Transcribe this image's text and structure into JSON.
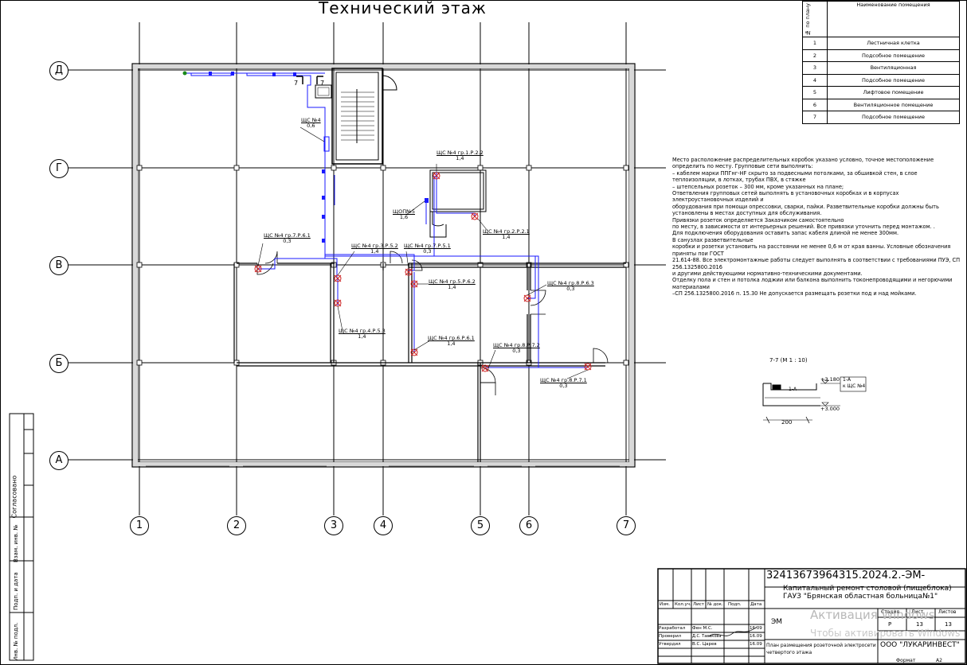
{
  "drawing": {
    "title": "Технический этаж",
    "axes_vertical": [
      "1",
      "2",
      "3",
      "4",
      "5",
      "6",
      "7"
    ],
    "axes_horizontal": [
      "Д",
      "Г",
      "В",
      "Б",
      "А"
    ]
  },
  "circuit_tags": [
    {
      "label": "ЩС №4",
      "sub": "0,6"
    },
    {
      "label": "ЩС №4 гр.1.Р.2.2",
      "sub": "1,4"
    },
    {
      "label": "ЩОП№5",
      "sub": "1,6"
    },
    {
      "label": "ЩС №4 гр.2.Р.2.1",
      "sub": "1,4"
    },
    {
      "label": "ЩС №4 гр.7.Р.6.1",
      "sub": "0,3"
    },
    {
      "label": "ЩС №4 гр.3.Р.5.2",
      "sub": "1,4"
    },
    {
      "label": "ЩС №4 гр.7.Р.5.1",
      "sub": "0,3"
    },
    {
      "label": "ЩС №4 гр.5.Р.6.2",
      "sub": "1,4"
    },
    {
      "label": "ЩС №4 гр.8.Р.6.3",
      "sub": "0,3"
    },
    {
      "label": "ЩС №4 гр.4.Р.5.3",
      "sub": "1,4"
    },
    {
      "label": "ЩС №4 гр.6.Р.6.1",
      "sub": "1,4"
    },
    {
      "label": "ЩС №4 гр.8.Р.7.2",
      "sub": "0,3"
    },
    {
      "label": "ЩС №4 гр.8.Р.7.1",
      "sub": "0,3"
    }
  ],
  "section_marks": {
    "mark_a": "7",
    "mark_b": "7"
  },
  "room_table": {
    "col_num": "№ по плану",
    "col_name": "Наименование помещения",
    "rows": [
      {
        "num": "1",
        "name": "Лестничная клетка"
      },
      {
        "num": "2",
        "name": "Подсобное помещение"
      },
      {
        "num": "3",
        "name": "Вентиляционная"
      },
      {
        "num": "4",
        "name": "Подсобное помещение"
      },
      {
        "num": "5",
        "name": "Лифтовое помещение"
      },
      {
        "num": "6",
        "name": "Вентиляционное помещение"
      },
      {
        "num": "7",
        "name": "Подсобное помещение"
      }
    ]
  },
  "notes": [
    "Место расположение распределительных коробок указано условно, точное местоположение определить по месту. Групповые сети выполнить:",
    "– кабелем марки ППГнг-HF скрыто за подвесными потолками, за обшивкой стен, в слое теплоизоляции, в лотках, трубах ПВХ, в стяжке",
    "– штепсельных розеток – 300 мм, кроме указанных на плане;",
    "Ответвления групповых сетей выполнять в установочных коробках и в корпусах электроустановочных изделий и",
    "оборудования при помощи опрессовки, сварки, пайки. Разветвительные коробки должны быть установлены в местах доступных для обслуживания.",
    "Привязки розеток определяется Заказчиком самостоятельно",
    "по месту, в зависимости от интерьерных решений. Все привязки уточнить перед монтажом. .",
    "Для подключения оборудования оставить запас кабеля длиной не менее 300мм.",
    "В санузлах разветвительные",
    "коробки и розетки установить на расстоянии не менее 0,6 м от края ванны. Условные обозначения приняты пои ГОСТ",
    "21.614-88. Все электромонтажные работы следует выполнять в соответствии с требованиями ПУЭ, СП 256.1325800.2016",
    "и другими действующими нормативно-техническими документами.",
    "Отделку пола и стен и потолка лоджии или балкона выполнить токонепроводящими и негорючими материалами",
    "–СП 256.1325800.2016 п. 15.30 Не допускается размещать розетки под и над мойками."
  ],
  "section_detail": {
    "title": "7-7 (М 1 : 10)",
    "level_top": "+3.180",
    "level_bottom": "+3.000",
    "dim": "200",
    "code1": "1-А",
    "code2": "к ЩС №4",
    "code3": "1-А"
  },
  "side_stamp": {
    "agreed": "Согласовано",
    "swap": "Взам. инв. №",
    "sign_date": "Подп. и дата",
    "inv": "Инв. № подл."
  },
  "title_block": {
    "code": "32413673964315.2024.2.-ЭМ-",
    "project_line1": "Капитальный ремонт столовой (пищеблока)",
    "project_line2": "ГАУЗ \"Брянская областная больница№1\"",
    "headers": [
      "Изм.",
      "Кол.уч.",
      "Лист",
      "№ док.",
      "Подп.",
      "Дата"
    ],
    "rows": [
      {
        "role": "Разработал",
        "name": "Фен М.С.",
        "date": "16.09"
      },
      {
        "role": "Проверил",
        "name": "Д.С. Тавакова",
        "date": "16.09"
      },
      {
        "role": "Утвердил",
        "name": "В.С. Царев",
        "date": "16.09"
      }
    ],
    "section": "ЭМ",
    "stage_label": "Стадия",
    "sheet_label": "Лист",
    "sheets_label": "Листов",
    "stage": "Р",
    "sheet": "13",
    "sheets": "13",
    "sheet_name": "План размещения розеточной электросети четвертого этажа",
    "company": "ООО \"ЛУКАРИНВЕСТ\"",
    "format_label": "Формат",
    "format": "А2"
  },
  "watermark": {
    "line1": "Активация Windows",
    "line2": "Чтобы активировать Windows"
  },
  "colors": {
    "circuit": "#1a1aff",
    "outlet": "#cc2222",
    "wall": "#000000"
  }
}
